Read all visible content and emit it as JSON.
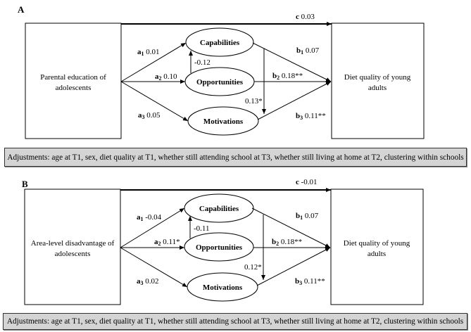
{
  "panels": [
    {
      "label": "A",
      "exposure": [
        "Parental education of",
        "adolescents"
      ],
      "outcome": [
        "Diet quality of young",
        "adults"
      ],
      "mediators": {
        "capabilities": "Capabilities",
        "opportunities": "Opportunities",
        "motivations": "Motivations"
      },
      "paths": {
        "c": {
          "name": "c",
          "value": "0.03"
        },
        "a1": {
          "name": "a",
          "sub": "1",
          "value": "0.01"
        },
        "a2": {
          "name": "a",
          "sub": "2",
          "value": "0.10"
        },
        "a3": {
          "name": "a",
          "sub": "3",
          "value": "0.05"
        },
        "b1": {
          "name": "b",
          "sub": "1",
          "value": "0.07"
        },
        "b2": {
          "name": "b",
          "sub": "2",
          "value": "0.18**"
        },
        "b3": {
          "name": "b",
          "sub": "3",
          "value": "0.11**"
        },
        "opp_to_cap": "-0.12",
        "cap_to_mot": "0.13*"
      },
      "adjustments": "Adjustments: age at T1, sex, diet quality at T1, whether still attending school at T3, whether still living at home at T2, clustering within schools"
    },
    {
      "label": "B",
      "exposure": [
        "Area-level disadvantage of",
        "adolescents"
      ],
      "outcome": [
        "Diet quality of young",
        "adults"
      ],
      "mediators": {
        "capabilities": "Capabilities",
        "opportunities": "Opportunities",
        "motivations": "Motivations"
      },
      "paths": {
        "c": {
          "name": "c",
          "value": "-0.01"
        },
        "a1": {
          "name": "a",
          "sub": "1",
          "value": "-0.04"
        },
        "a2": {
          "name": "a",
          "sub": "2",
          "value": "0.11*"
        },
        "a3": {
          "name": "a",
          "sub": "3",
          "value": "0.02"
        },
        "b1": {
          "name": "b",
          "sub": "1",
          "value": "0.07"
        },
        "b2": {
          "name": "b",
          "sub": "2",
          "value": "0.18**"
        },
        "b3": {
          "name": "b",
          "sub": "3",
          "value": "0.11**"
        },
        "opp_to_cap": "-0.11",
        "cap_to_mot": "0.12*"
      },
      "adjustments": "Adjustments: age at T1, sex, diet quality at T1, whether still attending school at T3, whether still living at home at T2, clustering within schools"
    }
  ],
  "colors": {
    "line": "#000000",
    "adjust_bg": "#d4d4d4",
    "adjust_border": "#333333"
  }
}
